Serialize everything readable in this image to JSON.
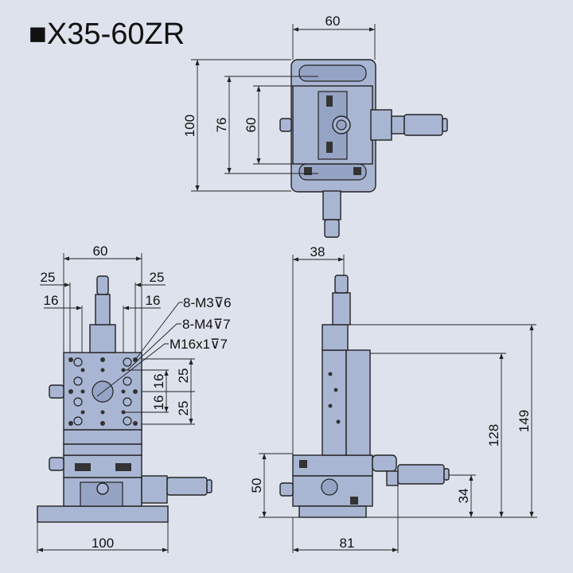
{
  "title": "■X35-60ZR",
  "top_view": {
    "dim_width": "60",
    "dim_height": "100",
    "dim_76": "76",
    "dim_60": "60"
  },
  "front_view": {
    "dim_top": "60",
    "dim_25_left": "25",
    "dim_25_right": "25",
    "dim_16_left": "16",
    "dim_16_right": "16",
    "dim_base": "100",
    "dim_v_25_top": "25",
    "dim_v_16_top": "16",
    "dim_v_16_bottom": "16",
    "dim_v_25_bottom": "25",
    "callouts": [
      "8-M3⊽6",
      "8-M4⊽7",
      "M16x1⊽7"
    ]
  },
  "side_view": {
    "dim_38": "38",
    "dim_81": "81",
    "dim_50": "50",
    "dim_34": "34",
    "dim_128": "128",
    "dim_149": "149"
  },
  "colors": {
    "background": "#dde2ec",
    "part": "#a9b6d3",
    "line": "#222222"
  }
}
